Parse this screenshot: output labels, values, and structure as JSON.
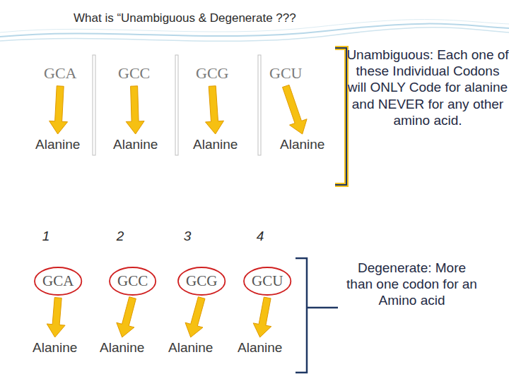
{
  "diagram": {
    "title": "What is “Unambiguous & Degenerate ???",
    "nodes": [
      {
        "text": [
          "GCA"
        ]
      },
      {
        "text": [
          "GCC"
        ]
      },
      {
        "text": [
          "GCG"
        ]
      },
      {
        "text": [
          "GCU"
        ]
      },
      {
        "text": [
          "Alanine"
        ]
      },
      {
        "text": [
          "Alanine"
        ]
      },
      {
        "text": [
          "Alanine"
        ]
      },
      {
        "text": [
          "Alanine"
        ]
      },
      {
        "text": [
          "GCA"
        ]
      },
      {
        "text": [
          "GCC"
        ]
      },
      {
        "text": [
          "GCG"
        ]
      },
      {
        "text": [
          "GCU"
        ]
      },
      {
        "text": [
          "Alanine"
        ]
      },
      {
        "text": [
          "Alanine"
        ]
      },
      {
        "text": [
          "Alanine"
        ]
      },
      {
        "text": [
          "Alanine"
        ]
      }
    ],
    "edges": [
      {
        "from": 0,
        "to": 4,
        "arrow": "to"
      },
      {
        "from": 1,
        "to": 5,
        "arrow": "to"
      },
      {
        "from": 2,
        "to": 6,
        "arrow": "to"
      },
      {
        "from": 3,
        "to": 7,
        "arrow": "to"
      },
      {
        "from": 8,
        "to": 12,
        "arrow": "to"
      },
      {
        "from": 9,
        "to": 13,
        "arrow": "to"
      },
      {
        "from": 10,
        "to": 14,
        "arrow": "to"
      },
      {
        "from": 11,
        "to": 15,
        "arrow": "to"
      }
    ],
    "labels": [
      "Unambiguous: Each one of these Individual Codons will ONLY Code for alanine and NEVER for any other amino acid.",
      "1",
      "2",
      "3",
      "4",
      "Degenerate: More than one codon for an Amino acid"
    ]
  }
}
